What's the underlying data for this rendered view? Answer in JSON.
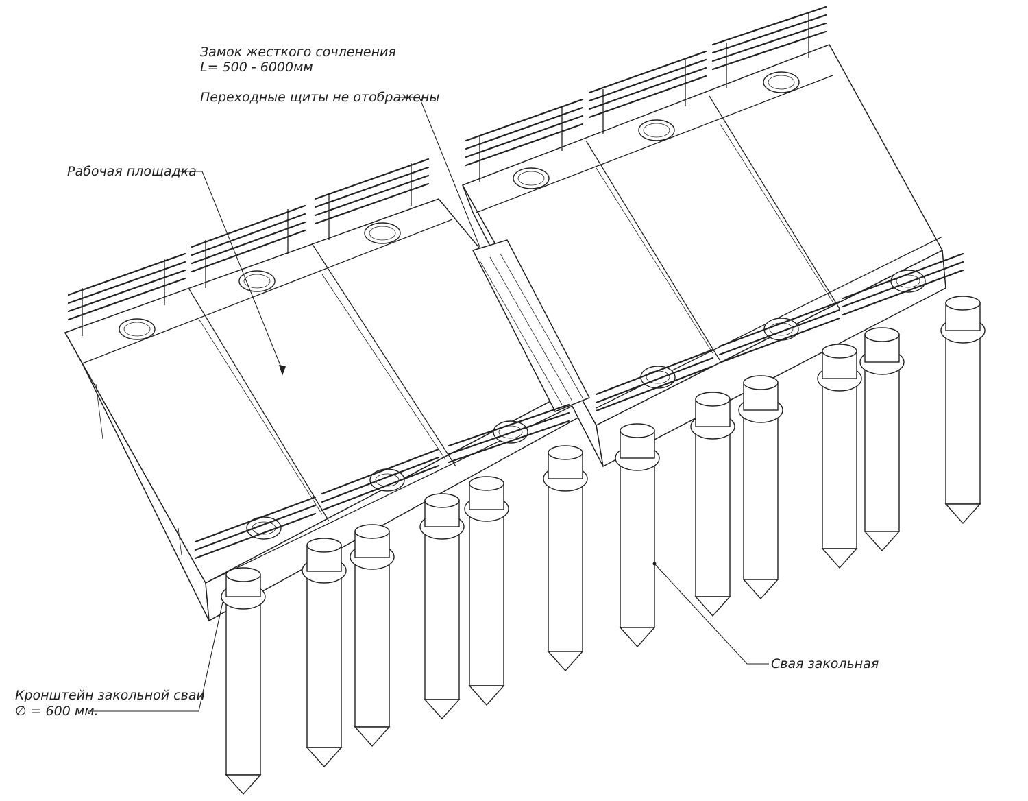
{
  "labels": {
    "joint_lock_line1": "Замок жесткого сочленения",
    "joint_lock_line2": "L= 500 - 6000мм",
    "transition_panels": "Переходные щиты не отображены",
    "work_platform": "Рабочая площадка",
    "pile": "Свая закольная",
    "bracket_line1": "Кронштейн закольной сваи",
    "bracket_line2": "∅ = 600 мм."
  },
  "colors": {
    "line": "#222222",
    "background": "#ffffff"
  }
}
